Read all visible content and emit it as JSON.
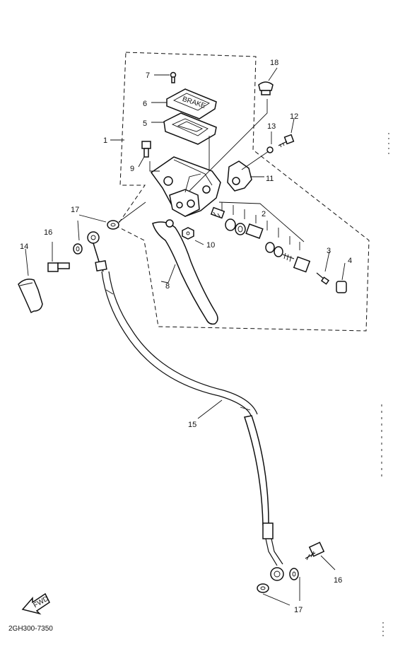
{
  "diagram": {
    "code": "2GH300-7350",
    "fwd_label": "FWD",
    "labels": {
      "l1": "1",
      "l2": "2",
      "l3": "3",
      "l4": "4",
      "l5": "5",
      "l6": "6",
      "l7": "7",
      "l8": "8",
      "l9": "9",
      "l10": "10",
      "l11": "11",
      "l12": "12",
      "l13": "13",
      "l14": "14",
      "l15": "15",
      "l16a": "16",
      "l16b": "16",
      "l17a": "17",
      "l17b": "17",
      "l18": "18"
    }
  }
}
